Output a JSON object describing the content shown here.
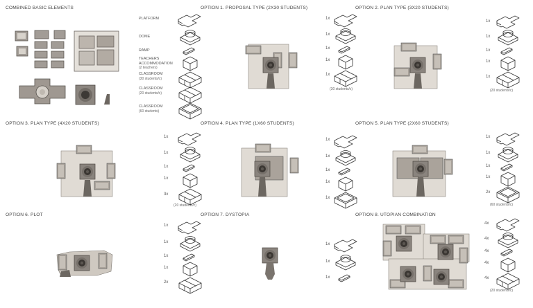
{
  "colors": {
    "concrete": "#a8a29c",
    "concrete_dark": "#6f6a64",
    "ground": "#dcd7d0",
    "line": "#333333"
  },
  "sections": {
    "combined": {
      "title": "COMBINED BASIC ELEMENTS"
    },
    "opt1": {
      "title": "OPTION 1. PROPOSAL TYPE (2X30 STUDENTS)"
    },
    "opt2": {
      "title": "OPTION 2. PLAN TYPE (3X20 STUDENTS)"
    },
    "opt3": {
      "title": "OPTION 3. PLAN TYPE (4X20 STUDENTS)"
    },
    "opt4": {
      "title": "OPTION 4. PLAN TYPE (1X60 STUDENTS)"
    },
    "opt5": {
      "title": "OPTION 5. PLAN TYPE (2X60 STUDENTS)"
    },
    "opt6": {
      "title": "OPTION 6. PLOT"
    },
    "opt7": {
      "title": "OPTION 7. DYSTOPIA"
    },
    "opt8": {
      "title": "OPTION 8. UTOPIAN COMBINATION"
    }
  },
  "legend": {
    "platform": "PLATFORM",
    "dome": "DOME",
    "ramp": "RAMP",
    "teachers": "TEACHERS ACCOMMODATION",
    "teachers_note": "(2 teachers)",
    "classroom30": "CLASSROOM",
    "classroom30_note": "(30 students/c)",
    "classroom20": "CLASSROOM",
    "classroom20_note": "(20 students/c)",
    "classroom60": "CLASSROOM",
    "classroom60_note": "(60 students)"
  },
  "counts": {
    "one": "1x",
    "two": "2x",
    "three": "3x",
    "four": "4x"
  },
  "notes": {
    "s30": "(30 students/c)",
    "s20": "(20 students/c)",
    "s60": "(60 students/c)"
  }
}
